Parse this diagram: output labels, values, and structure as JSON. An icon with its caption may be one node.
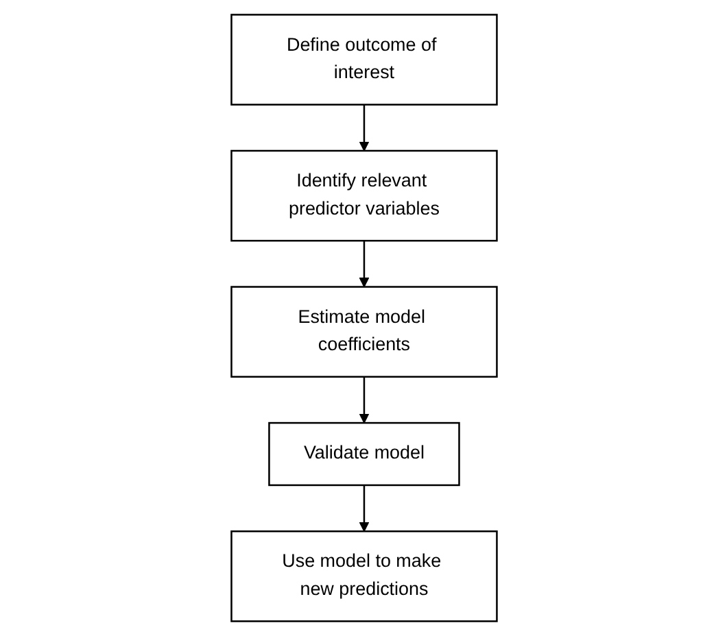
{
  "diagram": {
    "nodes": [
      {
        "text": [
          "Define outcome of interest"
        ]
      },
      {
        "text": [
          "Identify relevant predictor variables"
        ]
      },
      {
        "text": [
          "Estimate model coefficients"
        ]
      },
      {
        "text": [
          "Validate model"
        ]
      },
      {
        "text": [
          "Use model to make new predictions"
        ]
      }
    ],
    "edges": [
      {
        "from": 0,
        "to": 1,
        "arrow": "to"
      },
      {
        "from": 1,
        "to": 2,
        "arrow": "to"
      },
      {
        "from": 2,
        "to": 3,
        "arrow": "to"
      },
      {
        "from": 3,
        "to": 4,
        "arrow": "to"
      }
    ]
  }
}
